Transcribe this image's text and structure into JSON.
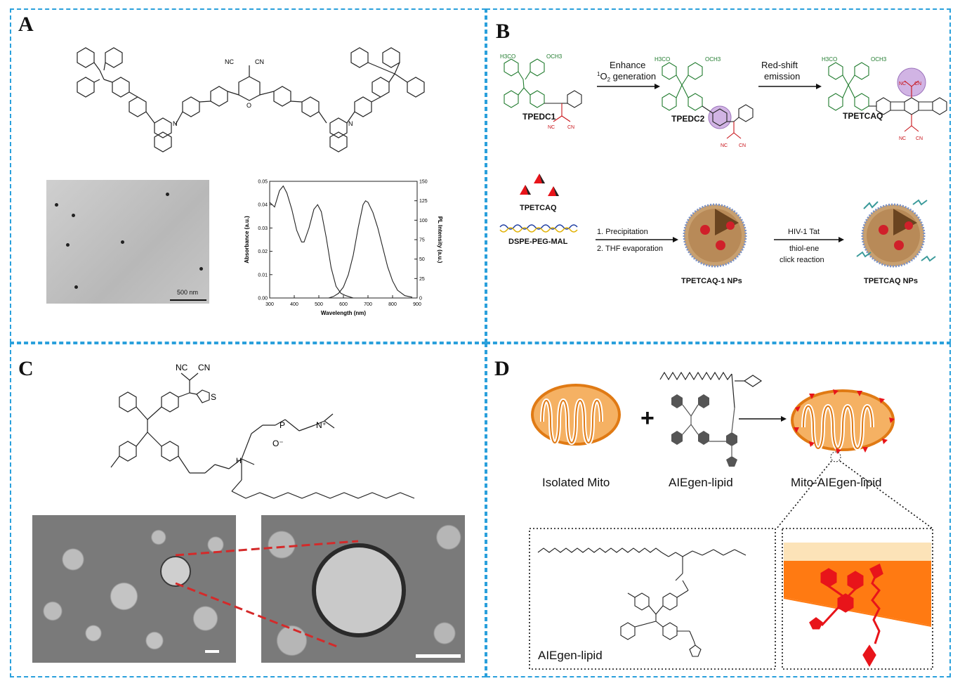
{
  "panels": {
    "a": {
      "label": "A",
      "molecule": {
        "cn_left": "NC",
        "cn_right": "CN",
        "o": "O",
        "n_left": "N",
        "n_right": "N"
      },
      "tem_scale": "500 nm",
      "chart_data": {
        "type": "line",
        "xlabel": "Wavelength (nm)",
        "ylabel": "Absorbance (a.u.)",
        "y2label": "PL Intensity (a.u.)",
        "xlim": [
          300,
          900
        ],
        "ylim": [
          0,
          0.05
        ],
        "y2lim": [
          0,
          150
        ],
        "x_ticks": [
          "300",
          "400",
          "500",
          "600",
          "700",
          "800",
          "900"
        ],
        "y_ticks": [
          "0.00",
          "0.01",
          "0.02",
          "0.03",
          "0.04",
          "0.05"
        ],
        "y2_ticks": [
          "0",
          "25",
          "50",
          "75",
          "100",
          "125",
          "150"
        ],
        "series": [
          {
            "axis": "left",
            "x": [
              300,
              320,
              340,
              355,
              370,
              390,
              410,
              430,
              440,
              460,
              480,
              495,
              510,
              530,
              550,
              570,
              590,
              610,
              640
            ],
            "y": [
              0.041,
              0.039,
              0.046,
              0.048,
              0.045,
              0.038,
              0.029,
              0.024,
              0.024,
              0.03,
              0.038,
              0.04,
              0.037,
              0.026,
              0.013,
              0.005,
              0.002,
              0.001,
              0.0
            ]
          },
          {
            "axis": "right",
            "x": [
              540,
              560,
              580,
              600,
              620,
              640,
              660,
              680,
              690,
              700,
              720,
              740,
              760,
              780,
              800,
              820,
              850,
              880
            ],
            "y": [
              0,
              2,
              6,
              14,
              30,
              55,
              90,
              120,
              125,
              123,
              110,
              90,
              65,
              40,
              22,
              10,
              3,
              1
            ]
          }
        ]
      }
    },
    "b": {
      "label": "B",
      "step1": {
        "line1": "Enhance",
        "line2_sup": "1",
        "line2_main": "O",
        "line2_sub": "2",
        "line2_rest": " generation"
      },
      "step2": {
        "line1": "Red-shift",
        "line2": "emission"
      },
      "mol1": "TPEDC1",
      "mol2": "TPEDC2",
      "mol3": "TPETCAQ",
      "och3": "OCH3",
      "h3co": "H3CO",
      "nc": "NC",
      "cn": "CN",
      "reagent1": "TPETCAQ",
      "reagent2": "DSPE-PEG-MAL",
      "proc1": "1. Precipitation",
      "proc2": "2. THF evaporation",
      "np1": "TPETCAQ-1 NPs",
      "proc3": "HIV-1 Tat",
      "proc4": "thiol-ene",
      "proc5": "click reaction",
      "np2": "TPETCAQ NPs"
    },
    "c": {
      "label": "C",
      "nc": "NC",
      "cn": "CN",
      "s": "S",
      "o_minus": "O⁻",
      "p": "P",
      "n_plus": "N⁺",
      "h": "H"
    },
    "d": {
      "label": "D",
      "plus": "+",
      "cap1": "Isolated Mito",
      "cap2": "AIEgen-lipid",
      "cap3": "Mito-AIEgen-lipid",
      "inset_label": "AIEgen-lipid"
    }
  },
  "colors": {
    "border": "#2aa0dc",
    "mito_fill": "#f5b163",
    "mito_stroke": "#e07a14",
    "membrane_band": "#ff7a12",
    "membrane_light": "#fce3b8",
    "aie_red": "#e8141a",
    "green_struct": "#1e7a2c",
    "red_struct": "#c8141a"
  }
}
